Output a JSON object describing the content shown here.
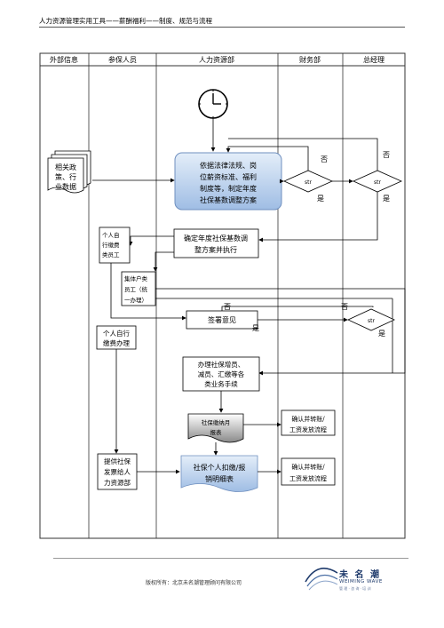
{
  "header": {
    "title": "人力资源管理实用工具——薪酬福利——制度、规范与流程"
  },
  "lanes": [
    "外部信息",
    "参保人员",
    "人力资源部",
    "财务部",
    "总经理"
  ],
  "nodes": {
    "policy_doc": [
      "相关政",
      "策、行",
      "业数据"
    ],
    "draft_plan": [
      "依据法律法规、岗",
      "位薪资标准、福利",
      "制度等，制定年度",
      "社保基数调整方案"
    ],
    "finance_decision": "str",
    "gm_decision": "str",
    "finalize": [
      "确定年度社保基数调",
      "整方案并执行"
    ],
    "self_pay_staff": [
      "个人自",
      "行缴费",
      "类员工"
    ],
    "collective_staff": [
      "集体户类",
      "员工（统",
      "一办理）"
    ],
    "sign_opinion": "签署意见",
    "gm_decision2": "str",
    "self_pay": [
      "个人自行",
      "缴费办理"
    ],
    "process_insurance": [
      "办理社保增员、",
      "减员、汇缴等各",
      "类业务手续"
    ],
    "payment_list": [
      "社保缴纳月",
      "报表"
    ],
    "confirm1": [
      "确认并转账/",
      "工资发放流程"
    ],
    "provide_receipt": [
      "提供社保",
      "发票给人",
      "力资源部"
    ],
    "deduction_list": [
      "社保个人扣缴/报",
      "销明细表"
    ],
    "confirm2": [
      "确认并转账/",
      "工资发放流程"
    ]
  },
  "edge_labels": {
    "no": "否",
    "yes": "是"
  },
  "footer": {
    "copyright": "版权所有：北京未名潮管理顾问有限公司"
  },
  "logo": {
    "cn": "未 名 潮",
    "en": "WEIMING WAVE",
    "tag": "管 理 · 咨 询 · 培 训"
  },
  "colors": {
    "process_fill_top": "#dbe7f5",
    "process_fill_bottom": "#a9c4e6",
    "lane_border": "#333333",
    "header_line": "#555555",
    "brand": "#1e3a6b"
  }
}
